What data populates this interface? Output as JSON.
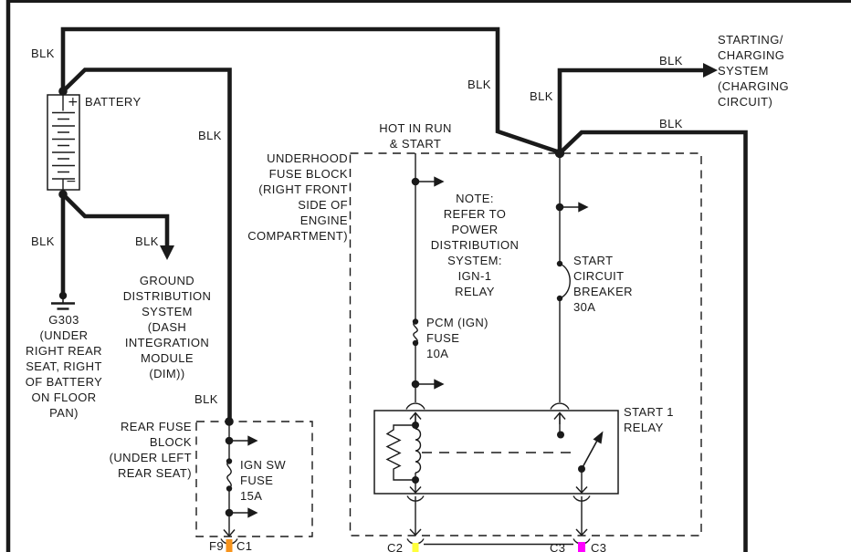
{
  "wire_color_label": "BLK",
  "battery": {
    "label": "BATTERY",
    "plus": "+",
    "minus": "−"
  },
  "ground": {
    "text": "G303\n(UNDER\nRIGHT REAR\nSEAT, RIGHT\nOF BATTERY\nON FLOOR\nPAN)"
  },
  "ground_distribution": {
    "text": "GROUND\nDISTRIBUTION\nSYSTEM\n(DASH\nINTEGRATION\nMODULE\n(DIM))"
  },
  "starting_charging_system": {
    "text": "STARTING/\nCHARGING\nSYSTEM\n(CHARGING\nCIRCUIT)"
  },
  "underhood_fuse_block": {
    "text": "UNDERHOOD\nFUSE BLOCK\n(RIGHT FRONT\nSIDE OF\nENGINE\nCOMPARTMENT)"
  },
  "rear_fuse_block": {
    "text": "REAR FUSE\nBLOCK\n(UNDER LEFT\nREAR SEAT)"
  },
  "power_source": {
    "text": "HOT IN RUN\n& START"
  },
  "note": {
    "text": "NOTE:\nREFER TO\nPOWER\nDISTRIBUTION\nSYSTEM:\nIGN-1\nRELAY"
  },
  "start_circuit_breaker": {
    "text": "START\nCIRCUIT\nBREAKER\n30A"
  },
  "pcm_fuse": {
    "text": "PCM (IGN)\nFUSE\n10A"
  },
  "ign_sw_fuse": {
    "text": "IGN SW\nFUSE\n15A"
  },
  "start_relay": {
    "text": "START 1\nRELAY"
  },
  "connectors": {
    "f9": "F9",
    "c1": "C1",
    "c2": "C2",
    "c3_left": "C3",
    "c3_right": "C3"
  },
  "colors": {
    "wire_black": "#1a1a1a",
    "connector_orange": "#F7941D",
    "connector_yellow": "#FFFF3B",
    "connector_magenta": "#FF00FF"
  }
}
